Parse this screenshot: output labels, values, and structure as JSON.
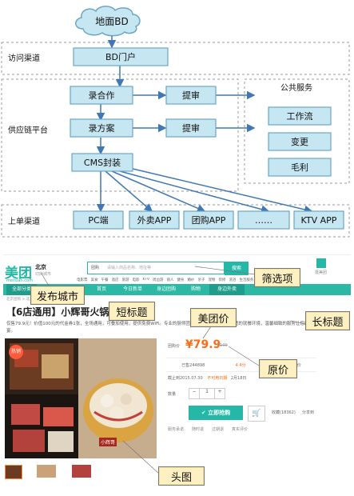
{
  "colors": {
    "box_fill": "#c6e6f2",
    "box_stroke": "#6aa6c5",
    "arrow": "#3f78b4",
    "dashed": "#9a9a9a",
    "callout": "#fdf0c2",
    "meituan": "#25b8a6",
    "price": "#ff6a14",
    "nav": "#2bb8a5"
  },
  "diagram": {
    "cloud": "地面BD",
    "lanes": {
      "visit": "访问渠道",
      "supply": "供应链平台",
      "order": "上单渠道"
    },
    "boxes": {
      "portal": "BD门户",
      "luhezuo": "录合作",
      "tishen1": "提审",
      "lufangan": "录方案",
      "tishen2": "提审",
      "cms": "CMS封装"
    },
    "public": {
      "title": "公共服务",
      "items": [
        "工作流",
        "变更",
        "毛利"
      ]
    },
    "channels": [
      "PC端",
      "外卖APP",
      "团购APP",
      "……",
      "KTV APP"
    ]
  },
  "screenshot": {
    "logo": "美团",
    "logo_sub": "meituan.com",
    "city": "北京",
    "city_sub": "切换城市",
    "search_tab": "团购",
    "search_placeholder": "请输入商品名称、地址等",
    "search_button": "搜索",
    "app_label": "逛美团",
    "categories": [
      "电影票",
      "美食",
      "午餐",
      "酒店",
      "旅游",
      "电影",
      "KTV",
      "周边游",
      "丽人",
      "健身",
      "婚纱",
      "亲子",
      "宠物",
      "装修",
      "洗浴",
      "生活服务"
    ],
    "nav": [
      "全部分类",
      "首页",
      "今日新单",
      "身边团购",
      "购物",
      "身边外卖"
    ],
    "crumb": "北京团购 > 北京美食团购",
    "title": "【6店通用】小辉哥火锅",
    "desc": "仅售79.9元！价值100元的代金券1张，全场通用，可叠加使用，提供免费WiFi。专业的厨师团队，新鲜食材制成，舒适的就餐环境，温馨细致的服务让您感受不一样的火锅盛宴。",
    "price_label": "团购价",
    "price": "¥79.9",
    "orig_label": "¥100",
    "stats": [
      "已售244898",
      "4.4分",
      "28267人评价"
    ],
    "validity": "截止到2015.07.30",
    "not_avail": "不可用日期",
    "not_avail_date": "2月18日",
    "qty_label": "数量",
    "qty": "1",
    "buy": "✔ 立即抢购",
    "fav": "收藏(18362)",
    "share": "分享到",
    "services": [
      "服务承诺",
      "随时退",
      "过期退",
      "真实评价"
    ],
    "img_text_hot": "热销",
    "img_brand": "小辉哥"
  },
  "callouts": {
    "city": "发布城市",
    "filter": "筛选项",
    "short": "短标题",
    "mtprice": "美团价",
    "long": "长标题",
    "orig": "原价",
    "head": "头图"
  }
}
